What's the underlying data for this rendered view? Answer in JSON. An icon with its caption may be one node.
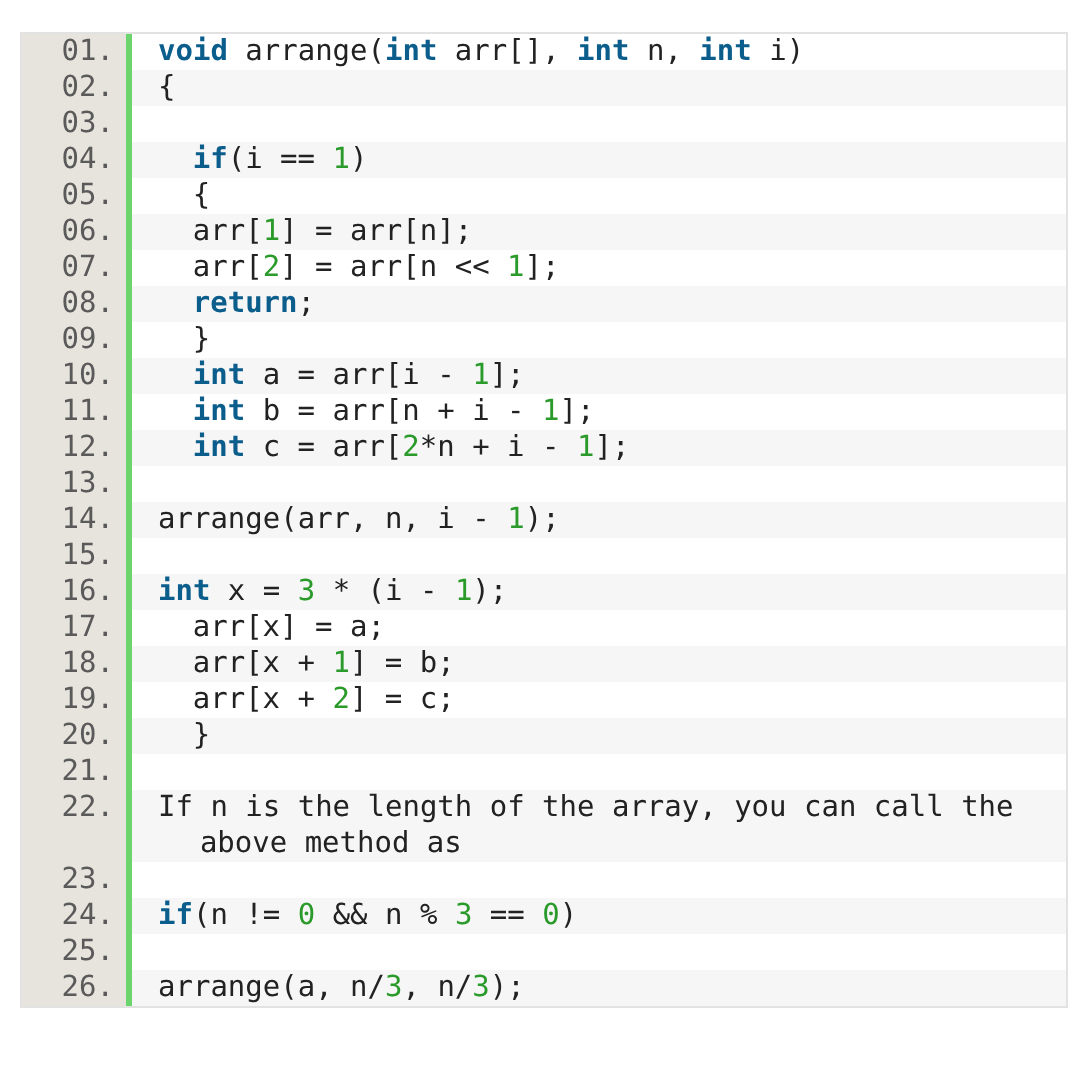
{
  "diagram": {
    "labels": [
      "01.",
      "**void** arrange(**int** arr[], **int** n, **int** i)",
      "02.",
      "{",
      "03.",
      "04.",
      "**if**(i == 1)",
      "05.",
      "{",
      "06.",
      "arr[1] = arr[n];",
      "07.",
      "arr[2] = arr[n << 1];",
      "08.",
      "**return**;",
      "09.",
      "}",
      "10.",
      "**int** a = arr[i - 1];",
      "11.",
      "**int** b = arr[n + i - 1];",
      "12.",
      "**int** c = arr[2*n + i - 1];",
      "13.",
      "14.",
      "arrange(arr, n, i - 1);",
      "15.",
      "16.",
      "**int** x = 3 * (i - 1);",
      "17.",
      "arr[x] = a;",
      "18.",
      "arr[x + 1] = b;",
      "19.",
      "arr[x + 2] = c;",
      "20.",
      "}",
      "21.",
      "22.",
      "If n is the length of the array, you can call the above method as",
      "23.",
      "24.",
      "**if**(n != 0 && n % 3 == 0)",
      "25.",
      "26.",
      "arrange(a, n/3, n/3);"
    ]
  }
}
